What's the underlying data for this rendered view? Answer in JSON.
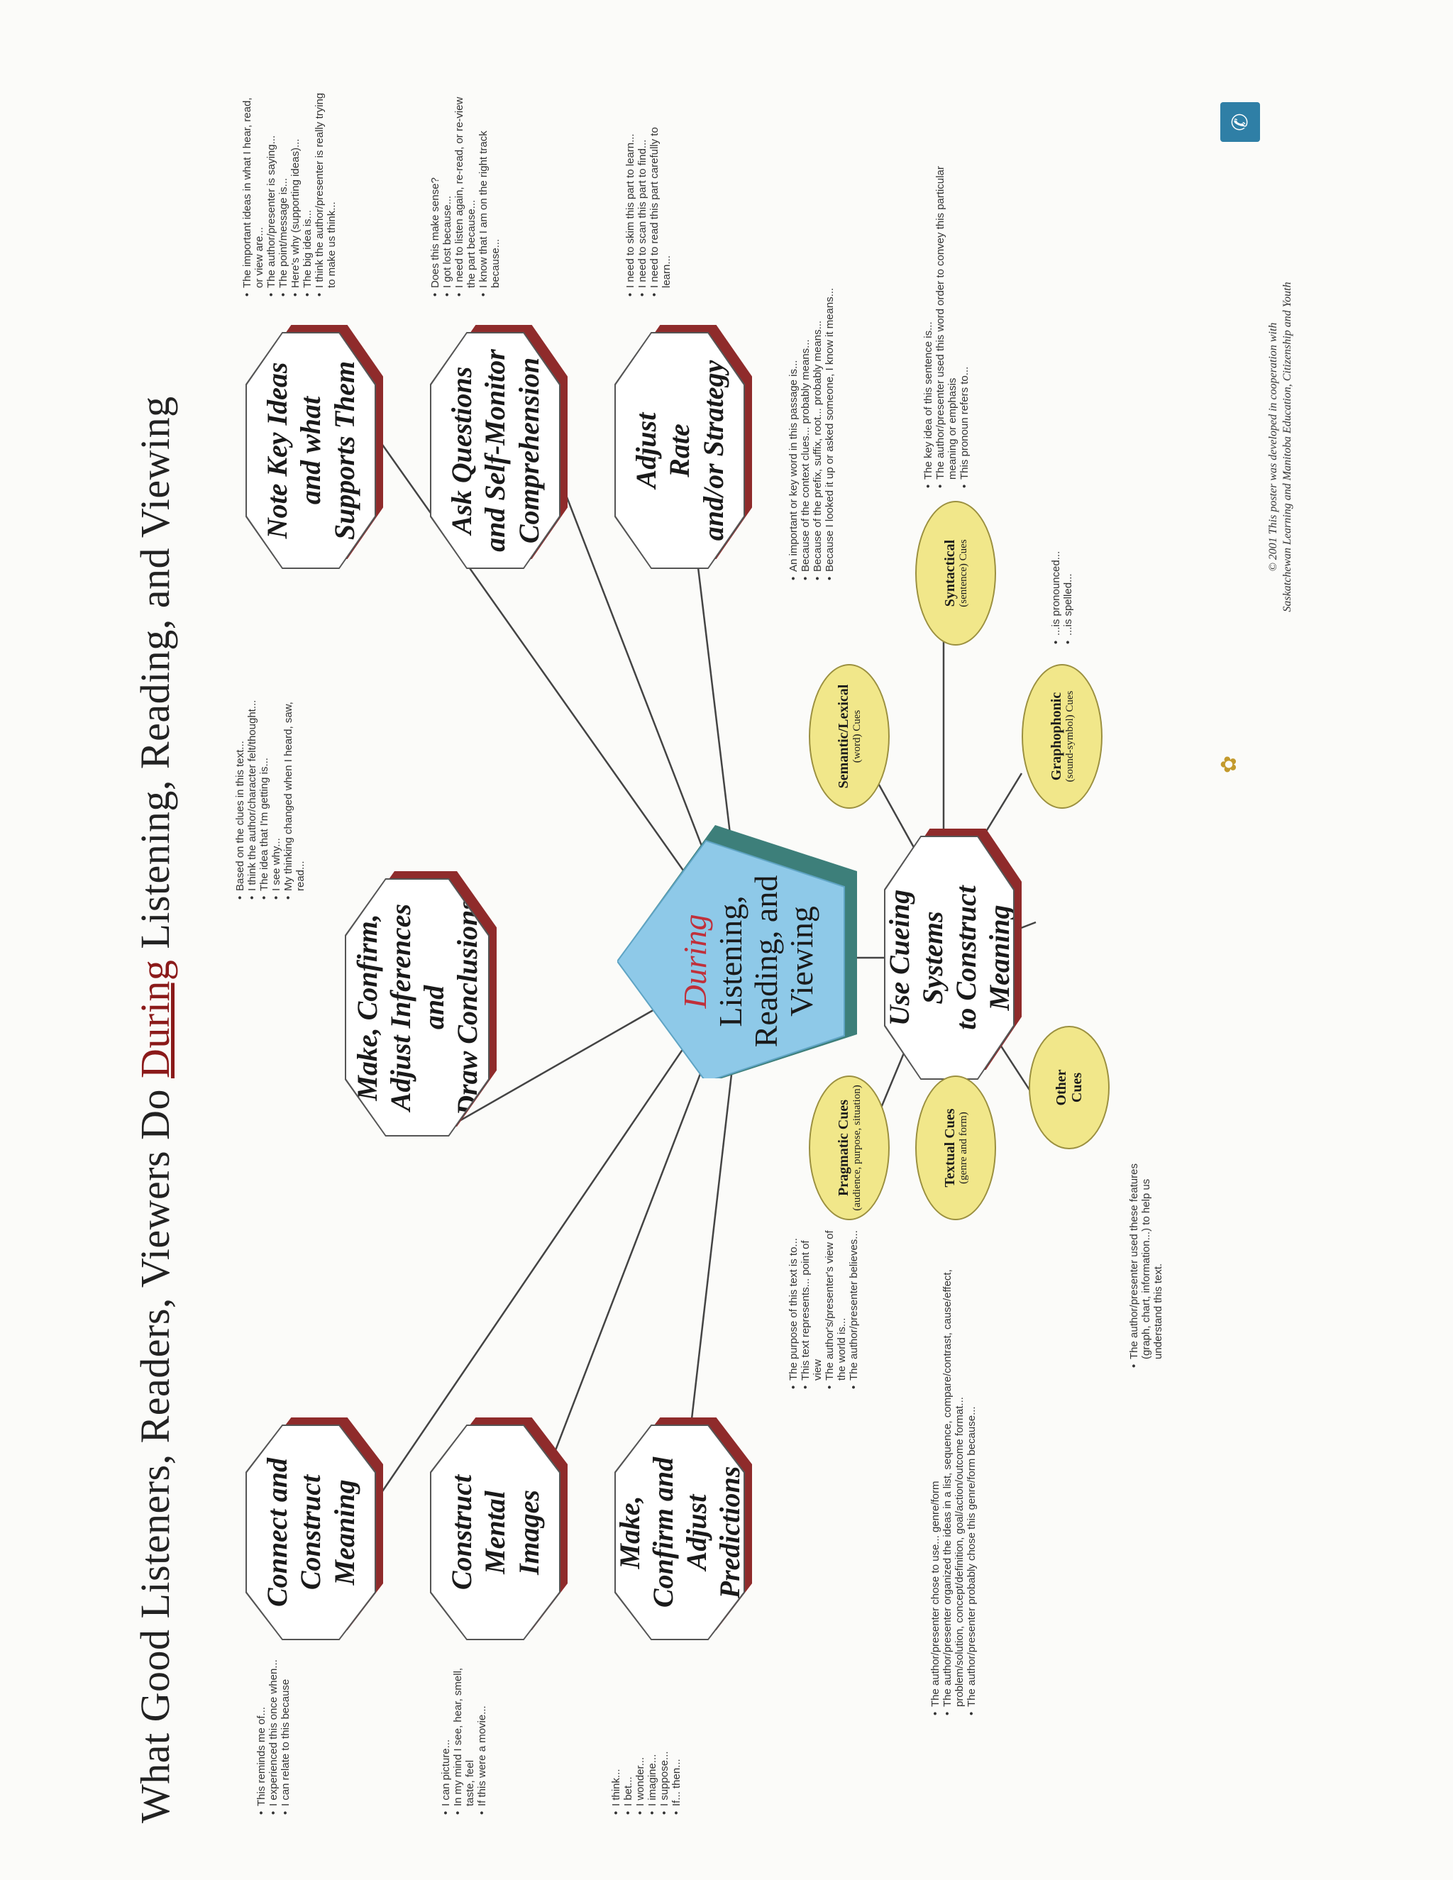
{
  "title": {
    "before": "What Good Listeners, Readers, Viewers Do ",
    "highlight": "During",
    "after": " Listening, Reading, and Viewing"
  },
  "center": {
    "line1": "During",
    "line2": "Listening,",
    "line3": "Reading, and",
    "line4": "Viewing"
  },
  "strategies": {
    "connect": "Connect and\nConstruct\nMeaning",
    "mental": "Construct\nMental\nImages",
    "predictions": "Make,\nConfirm and\nAdjust Predictions",
    "inferences": "Make, Confirm,\nAdjust Inferences and\nDraw Conclusions",
    "key_ideas": "Note Key Ideas\nand what\nSupports Them",
    "questions": "Ask Questions\nand Self-Monitor\nComprehension",
    "rate": "Adjust\nRate\nand/or Strategy",
    "cueing": "Use Cueing Systems\nto Construct\nMeaning"
  },
  "cues": {
    "pragmatic": {
      "name": "Pragmatic Cues",
      "sub": "(audience, purpose, situation)"
    },
    "textual": {
      "name": "Textual Cues",
      "sub": "(genre and form)"
    },
    "other": {
      "name": "Other\nCues",
      "sub": ""
    },
    "semantic": {
      "name": "Semantic/Lexical",
      "sub": "(word) Cues"
    },
    "syntactical": {
      "name": "Syntactical",
      "sub": "(sentence) Cues"
    },
    "graphophonic": {
      "name": "Graphophonic",
      "sub": "(sound-symbol) Cues"
    }
  },
  "notes": {
    "connect": [
      "This reminds me of...",
      "I experienced this once when...",
      "I can relate to this because"
    ],
    "mental": [
      "I can picture...",
      "In my mind I see, hear, smell, taste, feel",
      "If this were a movie..."
    ],
    "predictions": [
      "I think...",
      "I bet...",
      "I wonder...",
      "I imagine...",
      "I suppose...",
      "If... then..."
    ],
    "pragmatic": [
      "The purpose of this text is to...",
      "This text represents... point of view",
      "The author's/presenter's view of the world is...",
      "The author/presenter believes..."
    ],
    "textual": [
      "The author/presenter chose to use... genre/form",
      "The author/presenter organized the ideas in a list, sequence, compare/contrast, cause/effect, problem/solution, concept/definition, goal/action/outcome format...",
      "The author/presenter probably chose this genre/form because..."
    ],
    "other": [
      "The author/presenter used these features (graph, chart, information...) to help us understand this text."
    ],
    "inferences": [
      "Based on the clues in this text...",
      "I think the author/character felt/thought...",
      "The idea that I'm getting is...",
      "I see why...",
      "My thinking changed when I heard, saw, read..."
    ],
    "key_ideas": [
      "The important ideas in what I hear, read, or view are...",
      "The author/presenter is saying...",
      "The point/message is...",
      "Here's why (supporting ideas)...",
      "The big idea is...",
      "I think the author/presenter is really trying to make us think..."
    ],
    "questions": [
      "Does this make sense?",
      "I got lost because...",
      "I need to listen again, re-read, or re-view the part because...",
      "I know that I am on the right track because..."
    ],
    "rate": [
      "I need to skim this part to learn...",
      "I need to scan this part to find...",
      "I need to read this part carefully to learn..."
    ],
    "semantic": [
      "An important or key word in this passage is...",
      "Because of the context clues... probably means...",
      "Because of the prefix, suffix, root... probably means...",
      "Because I looked it up or asked someone, I know it means..."
    ],
    "syntactical": [
      "The key idea of this sentence is...",
      "The author/presenter used this word order to convey this particular meaning or emphasis",
      "This pronoun refers to..."
    ],
    "graphophonic": [
      "...is pronounced...",
      "...is spelled..."
    ]
  },
  "footer": {
    "line1": "© 2001 This poster was developed in cooperation with",
    "line2": "Saskatchewan Learning and Manitoba Education, Citizenship and Youth"
  },
  "colors": {
    "octagon_shadow": "#8f2b2b",
    "pentagon": "#8ec9e8",
    "pentagon_edge": "#3d7f7a",
    "ellipse": "#f1e78a",
    "title_highlight": "#8b1a1a"
  }
}
